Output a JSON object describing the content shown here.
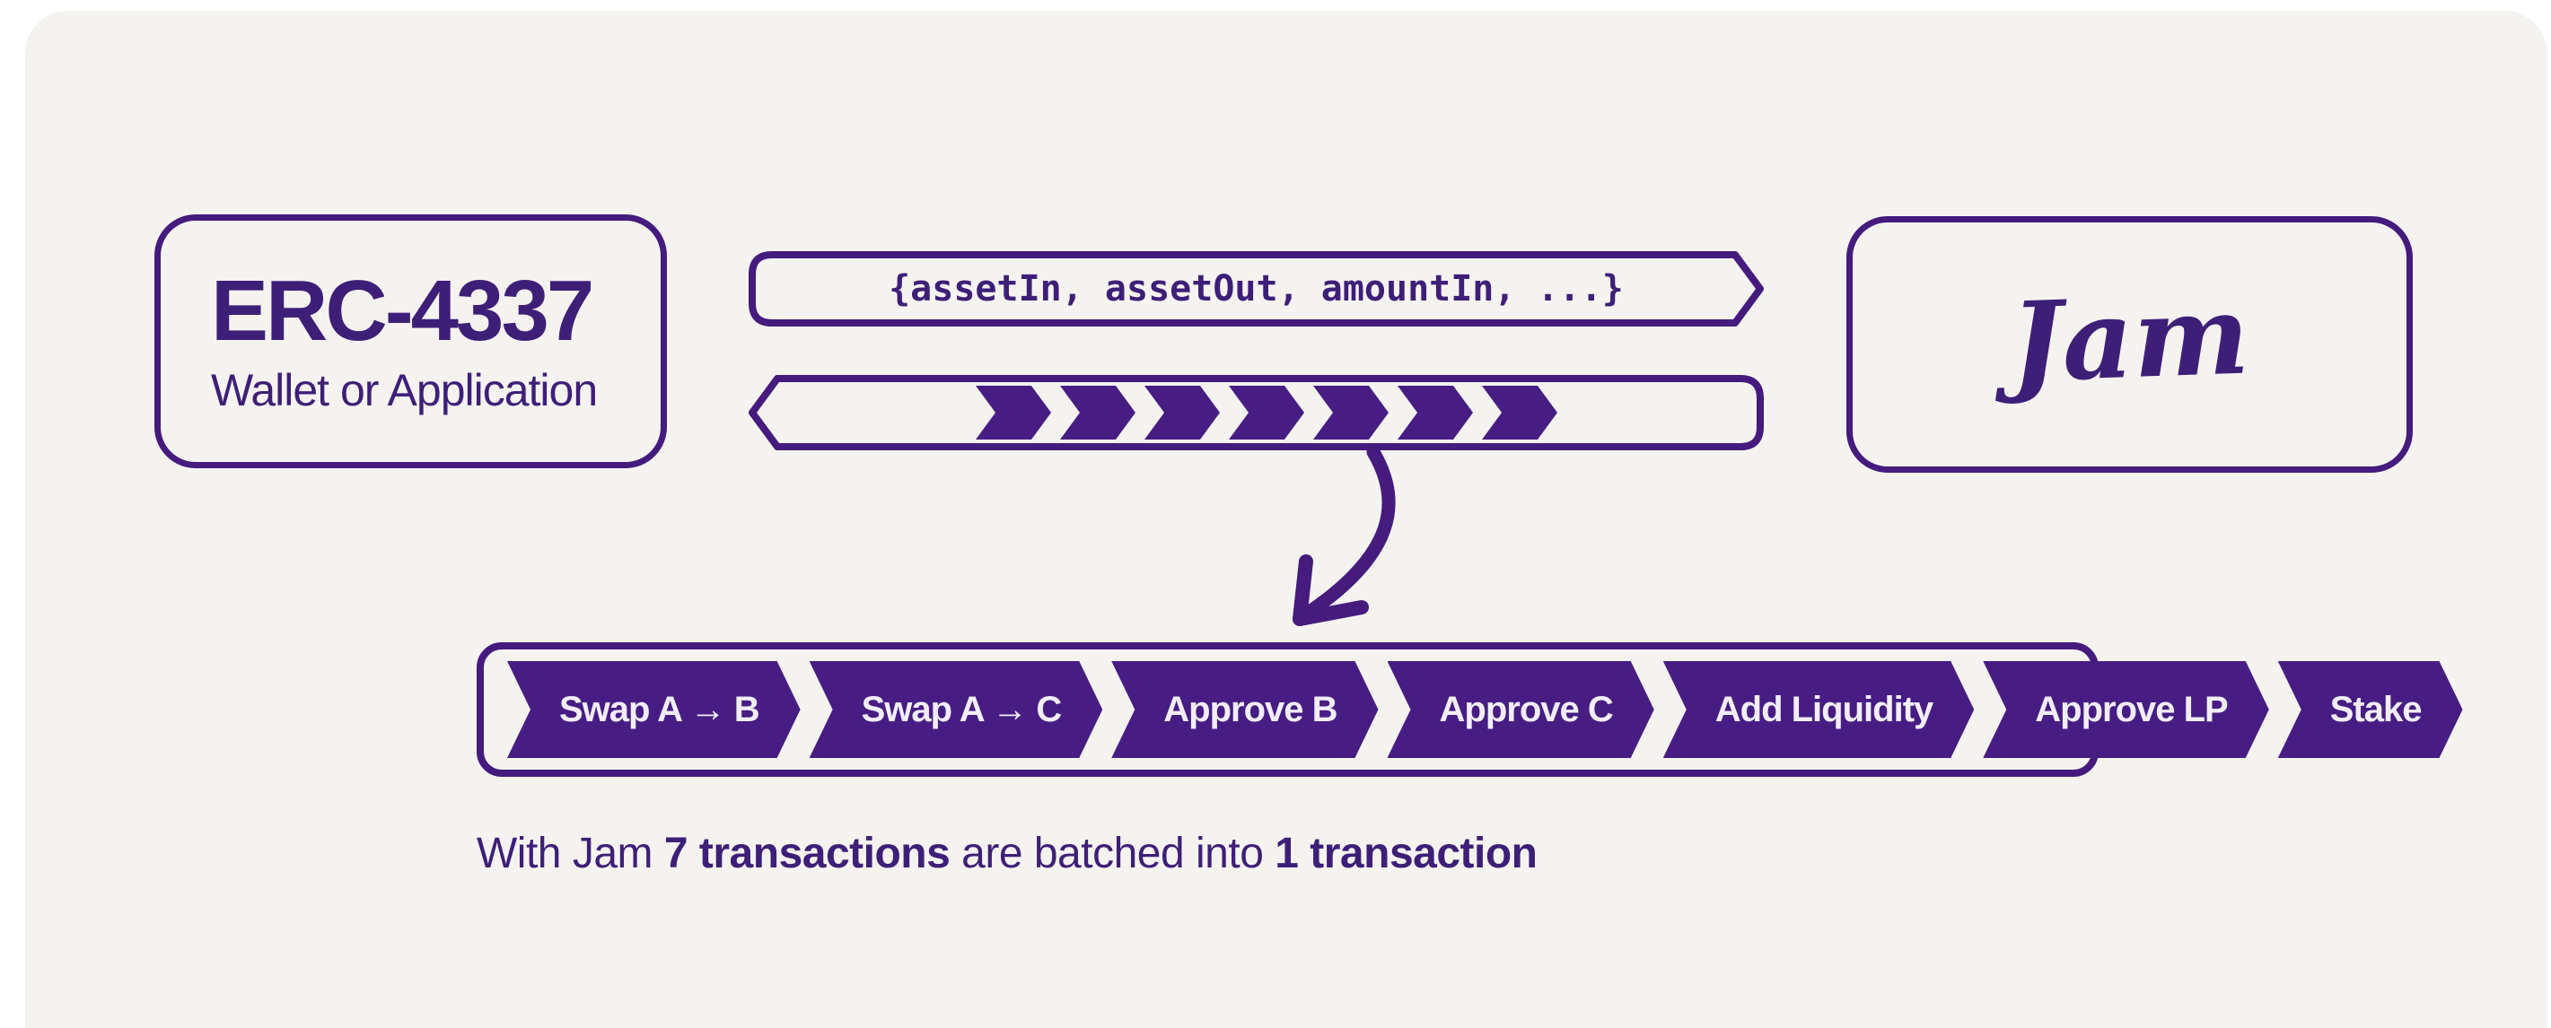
{
  "colors": {
    "purple": "#451B7E",
    "chevron_fill": "#471D84",
    "text": "#3E1F78",
    "panel_bg": "#F5F3F0",
    "chevron_text": "#F2EEF8",
    "page_bg": "#FFFFFF"
  },
  "wallet_box": {
    "title": "ERC-4337",
    "subtitle": "Wallet or Application"
  },
  "request_capsule": {
    "payload": "{assetIn, assetOut, amountIn, ...}"
  },
  "jam_box": {
    "label": "Jam"
  },
  "batch": {
    "items": [
      "Swap A → B",
      "Swap A → C",
      "Approve B",
      "Approve C",
      "Add Liquidity",
      "Approve LP",
      "Stake"
    ]
  },
  "caption": {
    "segments": [
      {
        "text": "With Jam ",
        "bold": false
      },
      {
        "text": "7 transactions",
        "bold": true
      },
      {
        "text": " are batched into ",
        "bold": false
      },
      {
        "text": "1 transaction",
        "bold": true
      }
    ]
  }
}
